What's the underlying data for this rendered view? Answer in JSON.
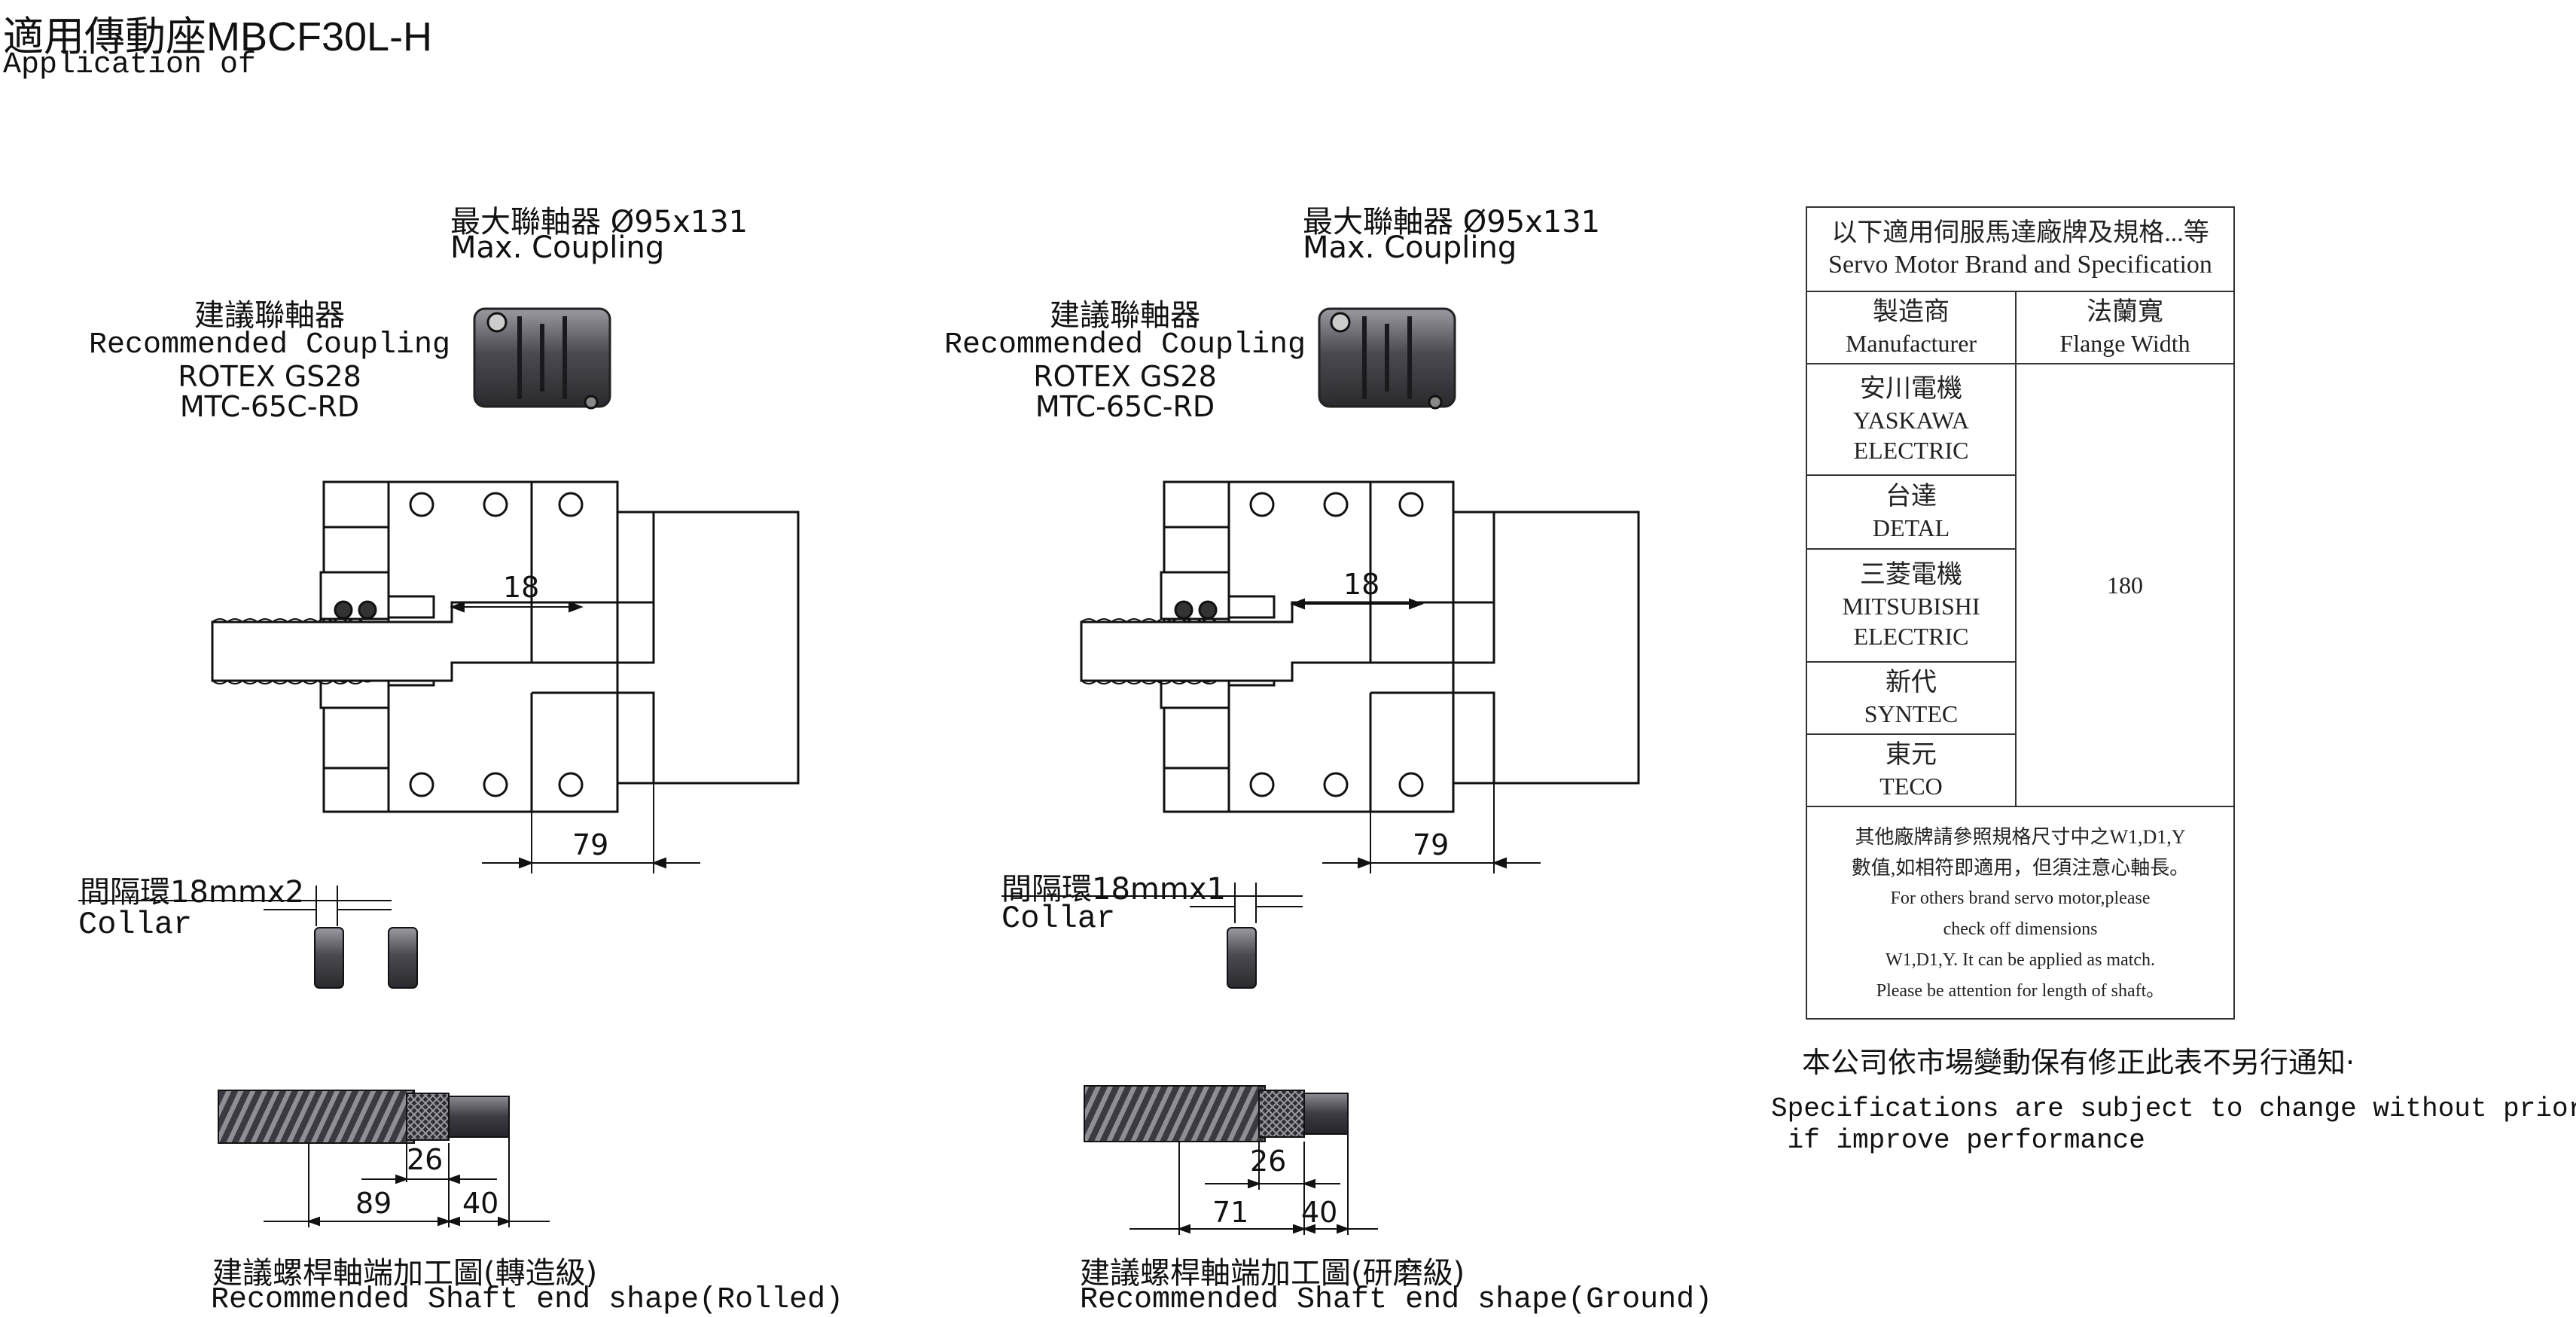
{
  "header": {
    "title": "適用傳動座MBCF30L-H",
    "subtitle": "Application of"
  },
  "left_assembly": {
    "max_coupling_zh": "最大聯軸器 Ø95x131",
    "max_coupling_en": "Max. Coupling",
    "rec_coupling_zh": "建議聯軸器",
    "rec_coupling_en": "Recommended Coupling",
    "coupling_model_1": "ROTEX GS28",
    "coupling_model_2": "MTC-65C-RD",
    "dim_gap": "18",
    "dim_length": "79",
    "collar_zh": "間隔環18mmx2",
    "collar_en": "Collar",
    "collar_count": 2,
    "shaft_dim_26": "26",
    "shaft_dim_a": "89",
    "shaft_dim_40": "40",
    "shaft_title_zh": "建議螺桿軸端加工圖(轉造級)",
    "shaft_title_en": "Recommended Shaft end shape(Rolled)"
  },
  "right_assembly": {
    "max_coupling_zh": "最大聯軸器 Ø95x131",
    "max_coupling_en": "Max. Coupling",
    "rec_coupling_zh": "建議聯軸器",
    "rec_coupling_en": "Recommended Coupling",
    "coupling_model_1": "ROTEX GS28",
    "coupling_model_2": "MTC-65C-RD",
    "dim_gap": "18",
    "dim_length": "79",
    "collar_zh": "間隔環18mmx1",
    "collar_en": "Collar",
    "collar_count": 1,
    "shaft_dim_26": "26",
    "shaft_dim_a": "71",
    "shaft_dim_40": "40",
    "shaft_title_zh": "建議螺桿軸端加工圖(研磨級)",
    "shaft_title_en": "Recommended Shaft end shape(Ground)"
  },
  "spec_table": {
    "title_zh": "以下適用伺服馬達廠牌及規格...等",
    "title_en": "Servo Motor Brand and Specification",
    "col_manufacturer_zh": "製造商",
    "col_manufacturer_en": "Manufacturer",
    "col_flange_zh": "法蘭寬",
    "col_flange_en": "Flange Width",
    "brands": [
      {
        "lines": [
          "安川電機",
          "YASKAWA",
          "ELECTRIC"
        ]
      },
      {
        "lines": [
          "台達",
          "DETAL"
        ]
      },
      {
        "lines": [
          "三菱電機",
          "MITSUBISHI",
          "ELECTRIC"
        ]
      },
      {
        "lines": [
          "新代",
          "SYNTEC"
        ]
      },
      {
        "lines": [
          "東元",
          "TECO"
        ]
      }
    ],
    "flange_width": "180",
    "note_lines": [
      "其他廠牌請參照規格尺寸中之W1,D1,Y",
      "數值,如相符即適用，但須注意心軸長。",
      "For others brand servo motor,please",
      "check off dimensions",
      "W1,D1,Y. It can be applied as match.",
      "Please be attention for length of shaft。"
    ]
  },
  "notice": {
    "zh": "本公司依市場變動保有修正此表不另行通知·",
    "en_line1": "Specifications are subject to change without prior notice",
    "en_line2": " if improve performance"
  }
}
